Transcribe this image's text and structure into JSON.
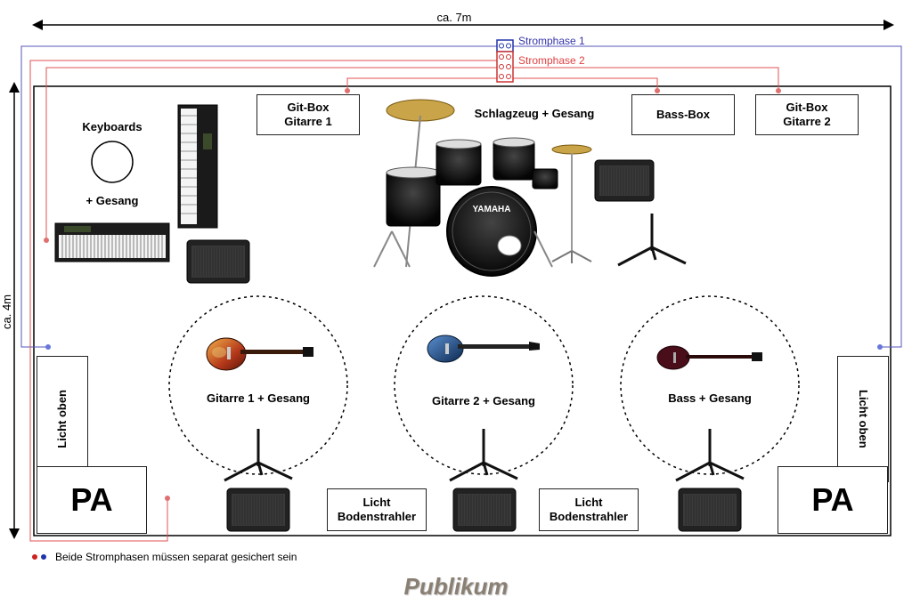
{
  "dimensions": {
    "width_label": "ca. 7m",
    "depth_label": "ca. 4m"
  },
  "power": {
    "phase1_label": "Stromphase 1",
    "phase2_label": "Stromphase 2",
    "phase1_color": "#4444cc",
    "phase2_color": "#e05050"
  },
  "stage": {
    "boxes": {
      "git_box_1": "Git-Box\nGitarre 1",
      "bass_box": "Bass-Box",
      "git_box_2": "Git-Box\nGitarre 2",
      "licht_oben_left": "Licht oben",
      "licht_oben_right": "Licht oben",
      "pa_left": "PA",
      "pa_right": "PA",
      "boden_left": "Licht\nBodenstrahler",
      "boden_right": "Licht\nBodenstrahler"
    },
    "labels": {
      "keyboards": "Keyboards",
      "keyboards_gesang": "+ Gesang",
      "drums": "Schlagzeug  + Gesang",
      "gitarre1": "Gitarre 1 + Gesang",
      "gitarre2": "Gitarre 2 + Gesang",
      "bass": "Bass + Gesang"
    },
    "drum_brand": "YAMAHA"
  },
  "legend": {
    "text": "Beide Stromphasen müssen separat gesichert sein"
  },
  "audience": {
    "label": "Publikum"
  }
}
